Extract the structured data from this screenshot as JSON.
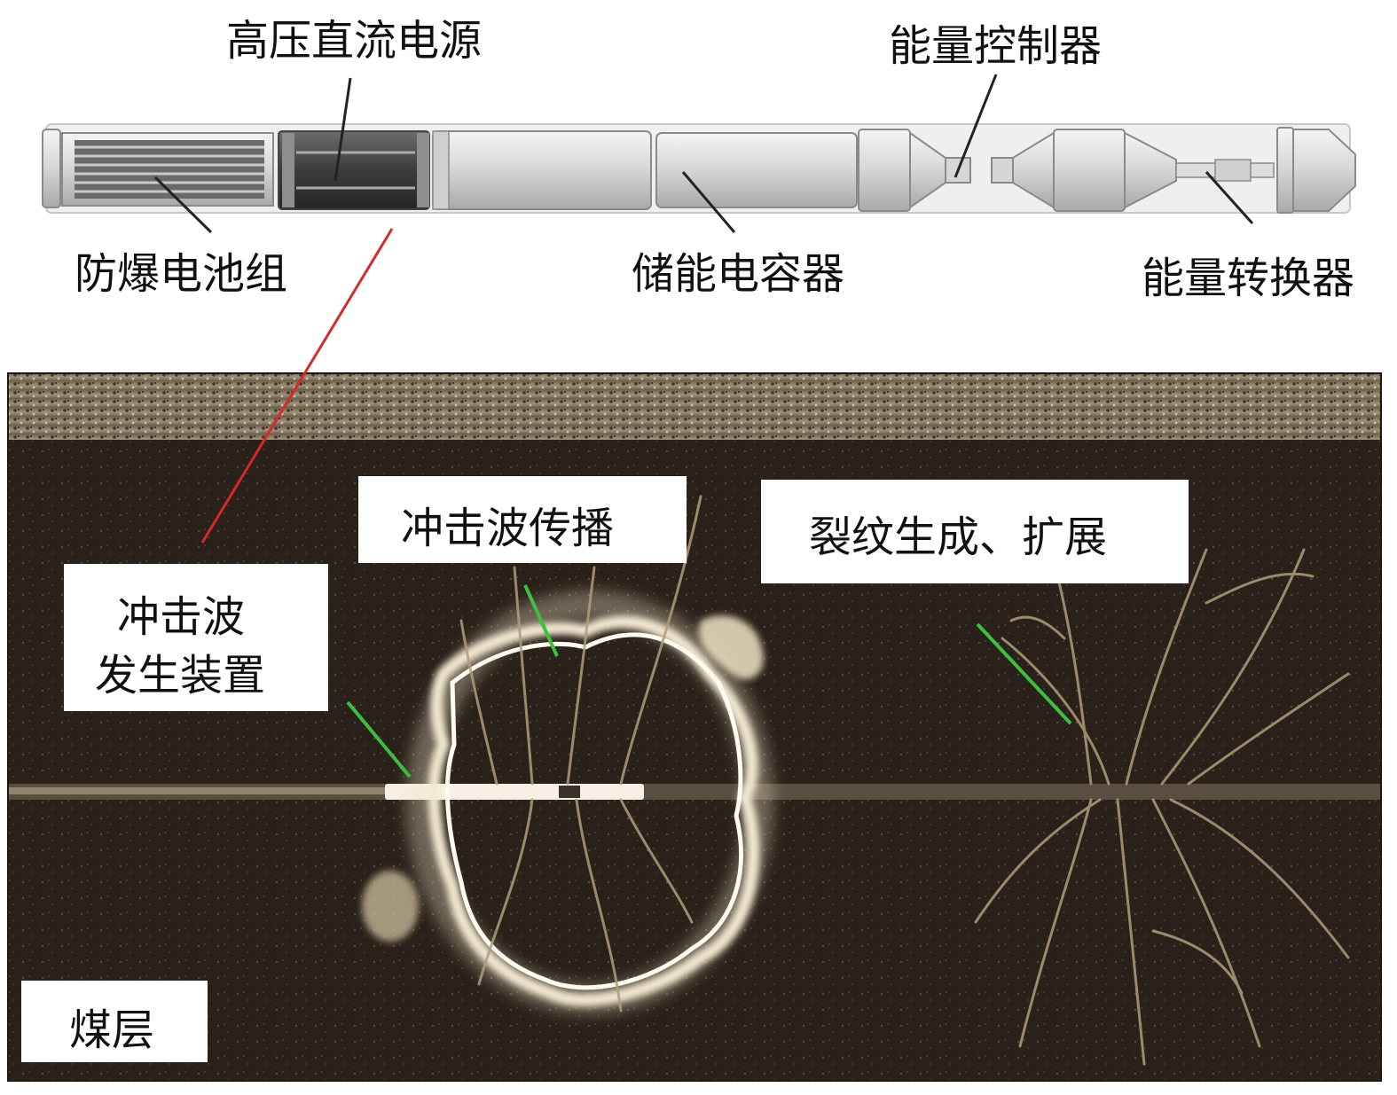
{
  "device": {
    "labels": {
      "hv_dc_power": "高压直流电源",
      "energy_controller": "能量控制器",
      "explosion_proof_battery": "防爆电池组",
      "storage_capacitor": "储能电容器",
      "energy_converter": "能量转换器"
    }
  },
  "scene": {
    "labels": {
      "shockwave_propagation": "冲击波传播",
      "crack_growth": "裂纹生成、扩展",
      "generator_line1": "冲击波",
      "generator_line2": "发生装置",
      "coal_seam": "煤层"
    }
  },
  "colors": {
    "red_leader": "#d42a2a",
    "green_leader": "#3fbf3f",
    "coal_dark": "#2a211a",
    "rock_band": "#8a7a62",
    "glow": "#efe3c4"
  }
}
